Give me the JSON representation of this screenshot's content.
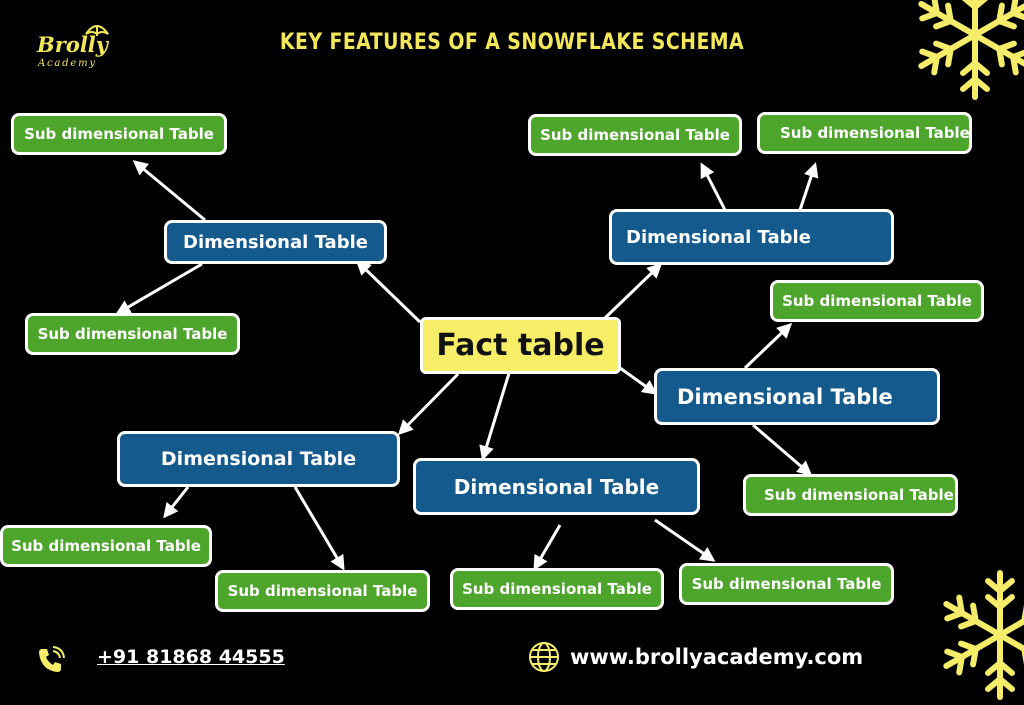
{
  "header": {
    "title": "KEY FEATURES OF A SNOWFLAKE SCHEMA",
    "logo_name": "Brolly",
    "logo_sub": "Academy"
  },
  "diagram": {
    "fact": "Fact table",
    "dimension_label": "Dimensional Table",
    "sub_label": "Sub dimensional Table"
  },
  "footer": {
    "phone": "+91 81868 44555",
    "website": "www.brollyacademy.com"
  },
  "colors": {
    "background": "#000000",
    "title": "#f3e85a",
    "fact": "#f7ee68",
    "dimension": "#155a8c",
    "sub": "#4ea52b",
    "snowflake": "#f5ec6a"
  },
  "icons": [
    "umbrella-icon",
    "phone-icon",
    "globe-icon",
    "snowflake-icon"
  ]
}
